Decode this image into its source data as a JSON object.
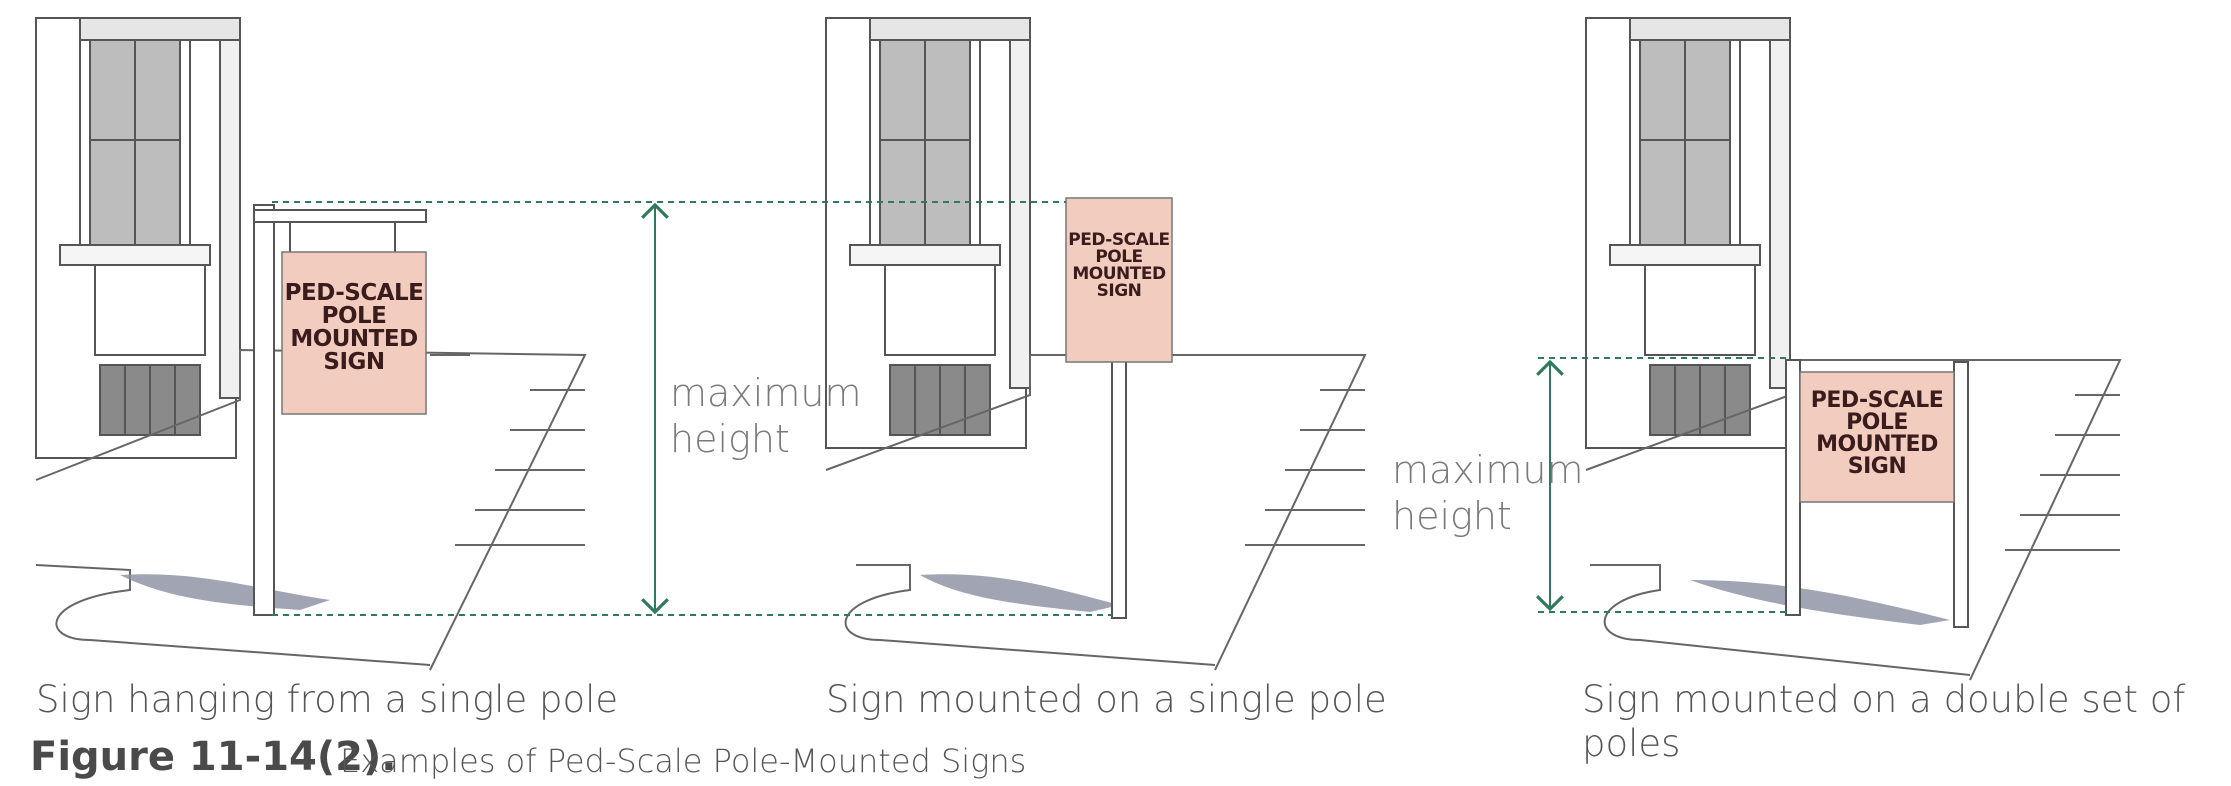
{
  "figure": {
    "number": "Figure 11-14(2).",
    "title": "Examples of Ped-Scale Pole-Mounted Signs"
  },
  "panels": [
    {
      "caption": "Sign hanging from a single pole",
      "sign_lines": [
        "PED-SCALE",
        "POLE",
        "MOUNTED",
        "SIGN"
      ]
    },
    {
      "caption": "Sign mounted on a single pole",
      "sign_lines": [
        "PED-SCALE",
        "POLE",
        "MOUNTED",
        "SIGN"
      ]
    },
    {
      "caption_lines": [
        "Sign mounted on a double set of",
        "poles"
      ],
      "sign_lines": [
        "PED-SCALE",
        "POLE",
        "MOUNTED",
        "SIGN"
      ]
    }
  ],
  "dimension_labels": [
    {
      "lines": [
        "maximum",
        "height"
      ]
    },
    {
      "lines": [
        "maximum",
        "height"
      ]
    }
  ],
  "colors": {
    "sign_fill": "#f2cdbf",
    "sign_text": "#3a1c1c",
    "dimension": "#2f7a5c",
    "line": "#6a6a6a",
    "shadow": "#8a8ea0"
  }
}
